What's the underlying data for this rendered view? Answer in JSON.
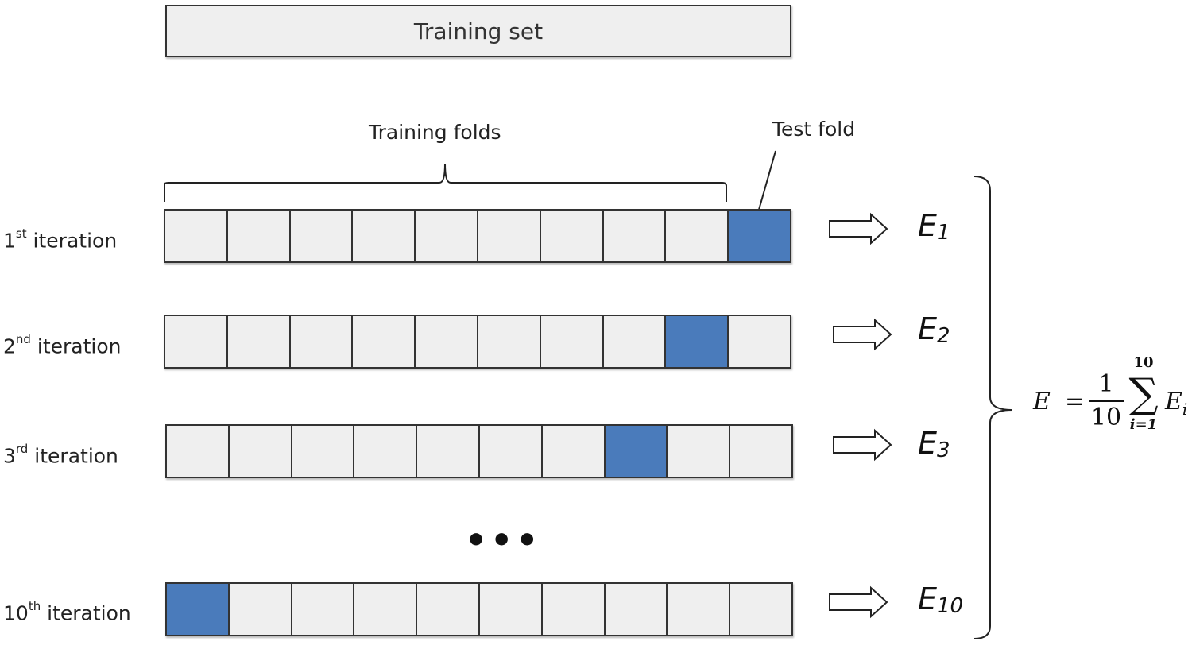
{
  "training_set": {
    "label": "Training set"
  },
  "training_folds": {
    "label": "Training folds"
  },
  "test_fold": {
    "label": "Test fold"
  },
  "iterations": [
    {
      "num": "1",
      "suffix": "st",
      "word": " iteration",
      "test_index": 9,
      "err_base": "E",
      "err_sub": "1"
    },
    {
      "num": "2",
      "suffix": "nd",
      "word": " iteration",
      "test_index": 8,
      "err_base": "E",
      "err_sub": "2"
    },
    {
      "num": "3",
      "suffix": "rd",
      "word": " iteration",
      "test_index": 7,
      "err_base": "E",
      "err_sub": "3"
    },
    {
      "num": "10",
      "suffix": "th",
      "word": " iteration",
      "test_index": 0,
      "err_base": "E",
      "err_sub": "10"
    }
  ],
  "fold_count": 10,
  "ellipsis": "•••",
  "formula": {
    "lhs": "E",
    "eq": "=",
    "num": "1",
    "den": "10",
    "sum_upper": "10",
    "sum_symbol": "∑",
    "sum_lower": "i=1",
    "term_base": "E",
    "term_sub": "i"
  },
  "colors": {
    "test_fold": "#4a7bbb",
    "training_fold": "#efefef",
    "border": "#333333"
  }
}
